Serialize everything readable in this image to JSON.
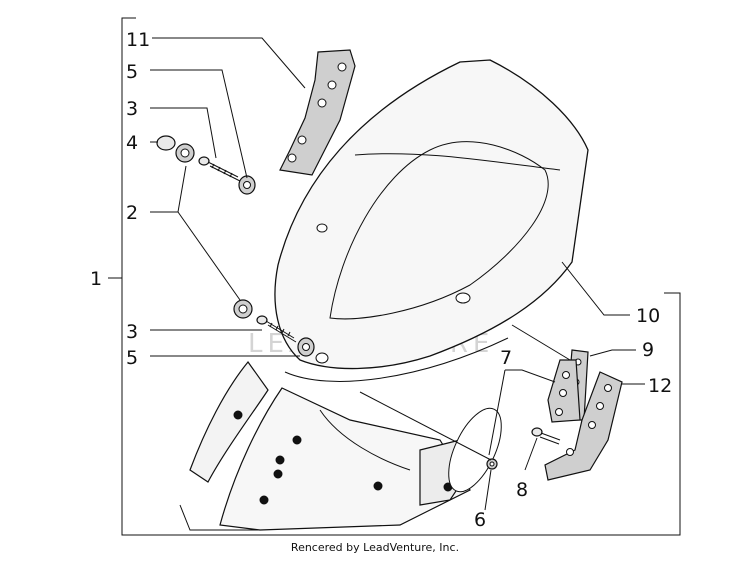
{
  "callouts": {
    "c1": "1",
    "c2": "2",
    "c3a": "3",
    "c3b": "3",
    "c4": "4",
    "c5a": "5",
    "c5b": "5",
    "c6": "6",
    "c7": "7",
    "c8": "8",
    "c9": "9",
    "c10": "10",
    "c11": "11",
    "c12": "12"
  },
  "watermark": "LEADVENTURE",
  "footer": {
    "credit": "Rencered by LeadVenture, Inc."
  },
  "colors": {
    "part_fill": "#cfcfcf",
    "line": "#111111",
    "watermark": "#d4d4d4"
  }
}
